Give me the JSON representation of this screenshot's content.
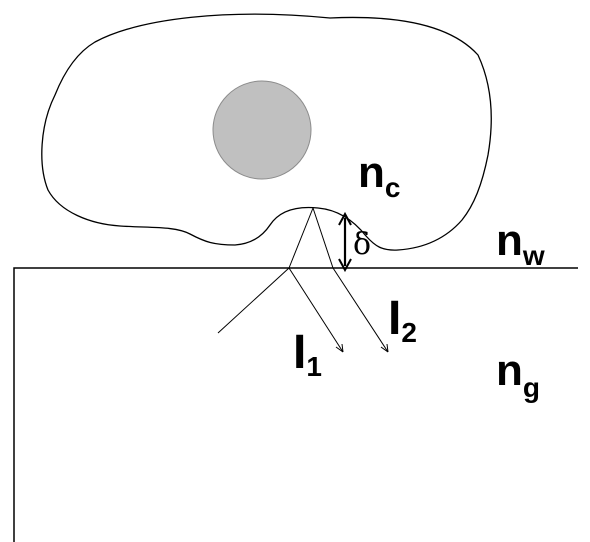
{
  "labels": {
    "cell_index": {
      "main": "n",
      "sub": "c"
    },
    "water_index": {
      "main": "n",
      "sub": "w"
    },
    "glass_index": {
      "main": "n",
      "sub": "g"
    },
    "beam1": {
      "main": "I",
      "sub": "1"
    },
    "beam2": {
      "main": "I",
      "sub": "2"
    },
    "gap": "δ"
  },
  "colors": {
    "line": "#000000",
    "nucleus_fill": "#c0c0c0",
    "nucleus_stroke": "#8c8c8c",
    "background": "#ffffff"
  }
}
